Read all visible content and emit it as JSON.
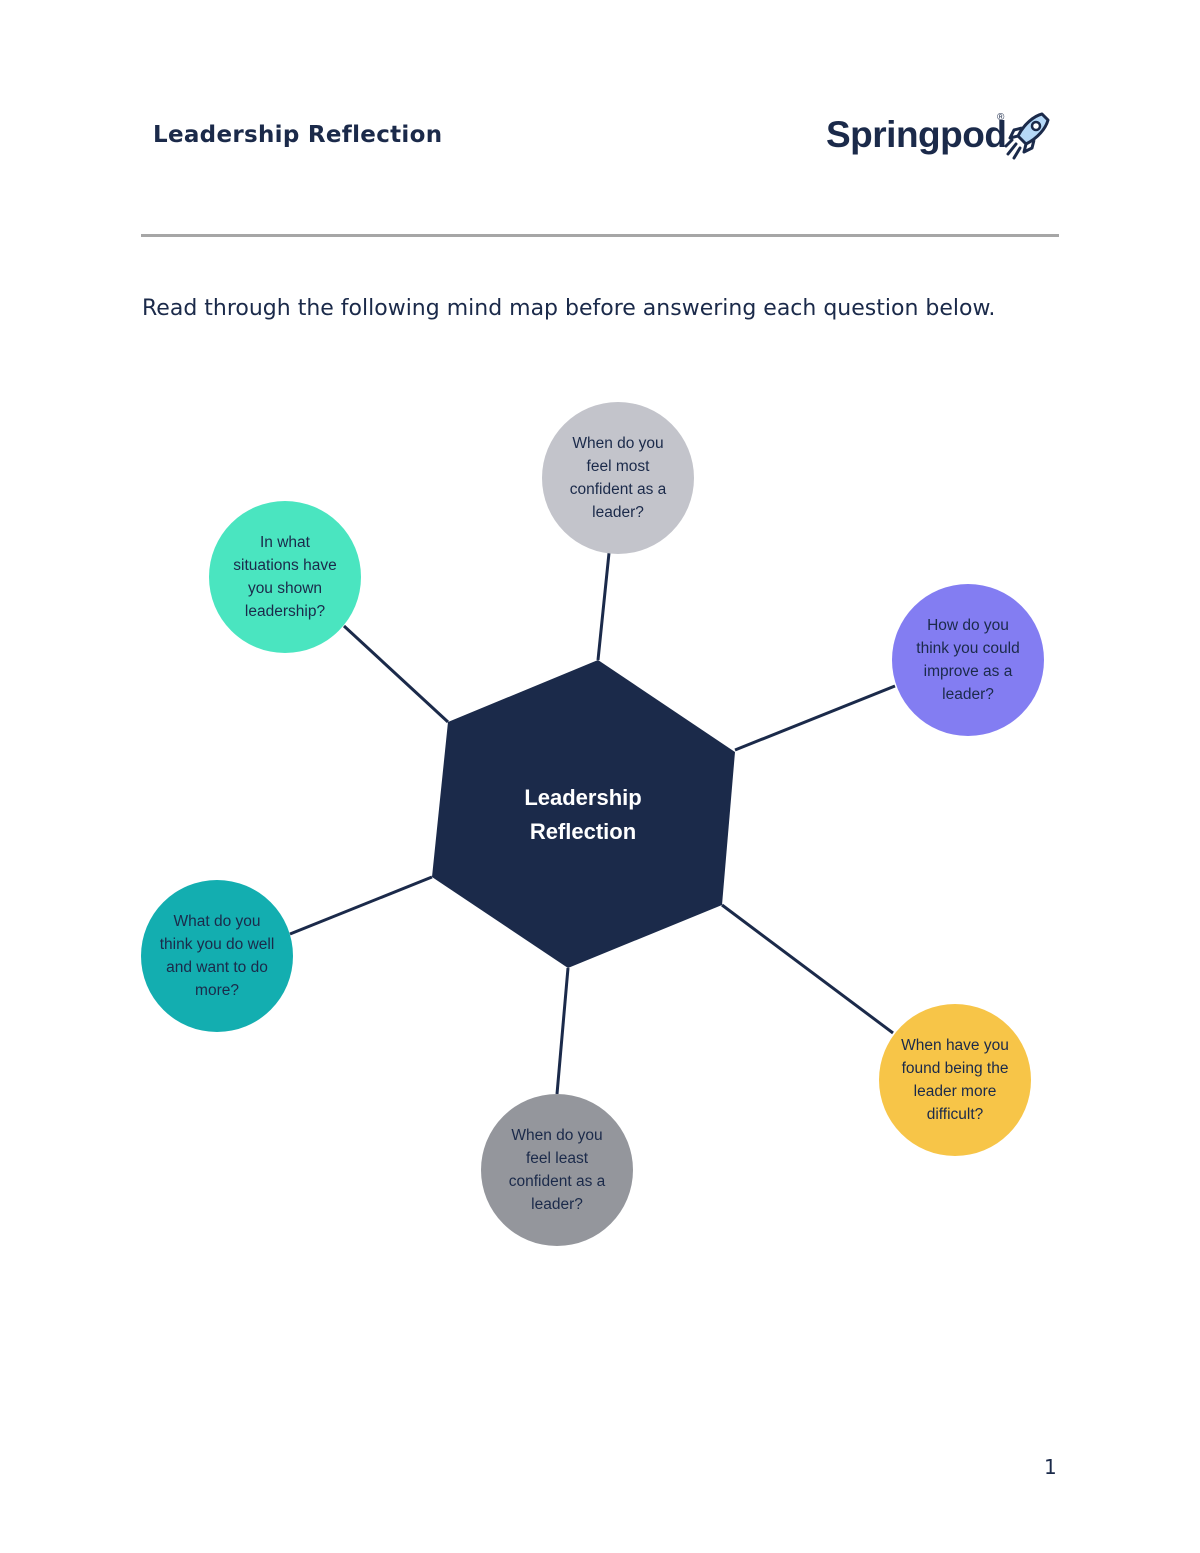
{
  "header": {
    "title": "Leadership Reflection",
    "logo_text": "Springpod",
    "logo_mark": "®",
    "logo_icon": "rocket-icon"
  },
  "intro": "Read through the following mind map before answering each question below.",
  "mind_map": {
    "center": {
      "label": "Leadership Reflection",
      "color": "#1b2a4a"
    },
    "nodes": [
      {
        "label": "When do you feel most confident as a leader?",
        "color": "#c3c4cb"
      },
      {
        "label": "How do you think you could improve as a leader?",
        "color": "#837df2"
      },
      {
        "label": "When have you found being the leader more difficult?",
        "color": "#f7c548"
      },
      {
        "label": "When do you feel least confident as a leader?",
        "color": "#94969c"
      },
      {
        "label": "What do you think you do well and want to do more?",
        "color": "#13aeb0"
      },
      {
        "label": "In what situations have you shown leadership?",
        "color": "#4ae5c0"
      }
    ],
    "line_color": "#1b2a4a"
  },
  "page_number": "1"
}
